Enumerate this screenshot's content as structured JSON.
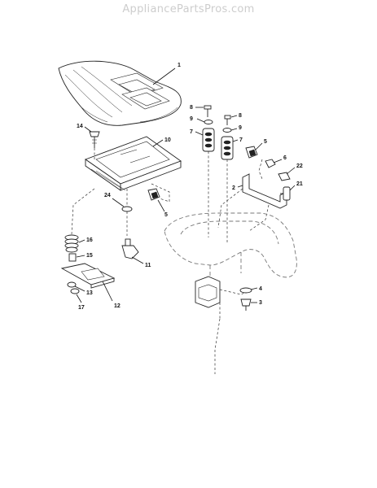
{
  "watermark": "AppliancePartsPros.com",
  "callouts": [
    {
      "id": "1",
      "label": "1"
    },
    {
      "id": "2",
      "label": "2"
    },
    {
      "id": "3",
      "label": "3"
    },
    {
      "id": "4",
      "label": "4"
    },
    {
      "id": "5a",
      "label": "5"
    },
    {
      "id": "5b",
      "label": "5"
    },
    {
      "id": "6",
      "label": "6"
    },
    {
      "id": "7a",
      "label": "7"
    },
    {
      "id": "7b",
      "label": "7"
    },
    {
      "id": "8a",
      "label": "8"
    },
    {
      "id": "8b",
      "label": "8"
    },
    {
      "id": "9a",
      "label": "9"
    },
    {
      "id": "9b",
      "label": "9"
    },
    {
      "id": "10",
      "label": "10"
    },
    {
      "id": "11",
      "label": "11"
    },
    {
      "id": "12",
      "label": "12"
    },
    {
      "id": "13",
      "label": "13"
    },
    {
      "id": "14",
      "label": "14"
    },
    {
      "id": "15",
      "label": "15"
    },
    {
      "id": "16",
      "label": "16"
    },
    {
      "id": "17",
      "label": "17"
    },
    {
      "id": "21",
      "label": "21"
    },
    {
      "id": "22",
      "label": "22"
    },
    {
      "id": "24",
      "label": "24"
    }
  ]
}
